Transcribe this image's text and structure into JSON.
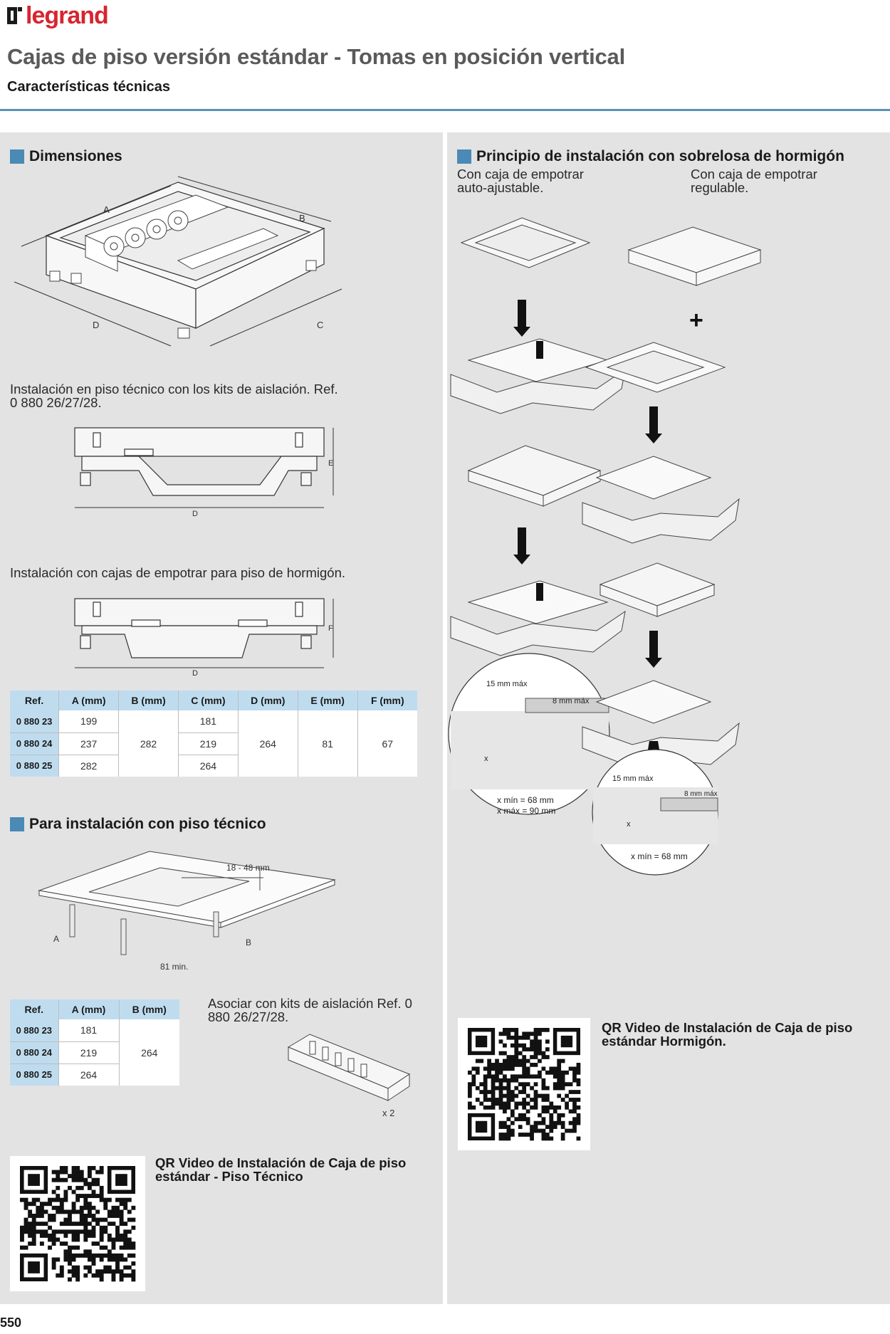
{
  "brand": {
    "name": "legrand"
  },
  "header": {
    "title": "Cajas de piso versión estándar - Tomas en posición vertical",
    "subtitle": "Características técnicas"
  },
  "left": {
    "dimensions_heading": "Dimensiones",
    "diagram1_labels": {
      "a": "A",
      "b": "B",
      "c": "C",
      "d": "D"
    },
    "caption_tech_floor": "Instalación en piso técnico con los kits de aislación. Ref. 0 880 26/27/28.",
    "diagram2_labels": {
      "e": "E",
      "d": "D"
    },
    "caption_concrete": "Instalación con cajas de empotrar para piso de hormigón.",
    "diagram3_labels": {
      "f": "F",
      "d": "D"
    },
    "table1": {
      "headers": [
        "Ref.",
        "A (mm)",
        "B (mm)",
        "C (mm)",
        "D (mm)",
        "E (mm)",
        "F (mm)"
      ],
      "refs": [
        "0 880 23",
        "0 880 24",
        "0 880 25"
      ],
      "a_values": [
        "199",
        "237",
        "282"
      ],
      "b_value": "282",
      "c_values": [
        "181",
        "219",
        "264"
      ],
      "d_value": "264",
      "e_value": "81",
      "f_value": "67"
    },
    "tech_floor_heading": "Para instalación con piso técnico",
    "diagram4_labels": {
      "range": "18 - 48 mm",
      "a": "A",
      "b": "B",
      "min": "81 min."
    },
    "table2": {
      "headers": [
        "Ref.",
        "A (mm)",
        "B (mm)"
      ],
      "refs": [
        "0 880 23",
        "0 880 24",
        "0 880 25"
      ],
      "a_values": [
        "181",
        "219",
        "264"
      ],
      "b_value": "264"
    },
    "kit_caption": "Asociar con kits de aislación Ref. 0 880 26/27/28.",
    "kit_qty": "x 2",
    "qr_label": "QR Video de Instalación de Caja de piso estándar - Piso Técnico"
  },
  "right": {
    "heading": "Principio de instalación con sobrelosa de hormigón",
    "col1_caption": "Con caja de empotrar auto-ajustable.",
    "col2_caption": "Con caja de empotrar regulable.",
    "plus": "+",
    "detail1": {
      "top": "15 mm máx",
      "side": "8 mm máx",
      "x": "x",
      "min": "x mín = 68 mm",
      "max": "x máx = 90 mm"
    },
    "detail2": {
      "top": "15 mm máx",
      "side": "8 mm máx",
      "x": "x",
      "min": "x mín = 68 mm"
    },
    "qr_label": "QR Video de Instalación de Caja de piso estándar Hormigón."
  },
  "page_number": "550",
  "colors": {
    "brand_red": "#d7252f",
    "accent_blue": "#4a8ab5",
    "table_header": "#bfdcef",
    "panel_gray": "#e3e3e4"
  }
}
